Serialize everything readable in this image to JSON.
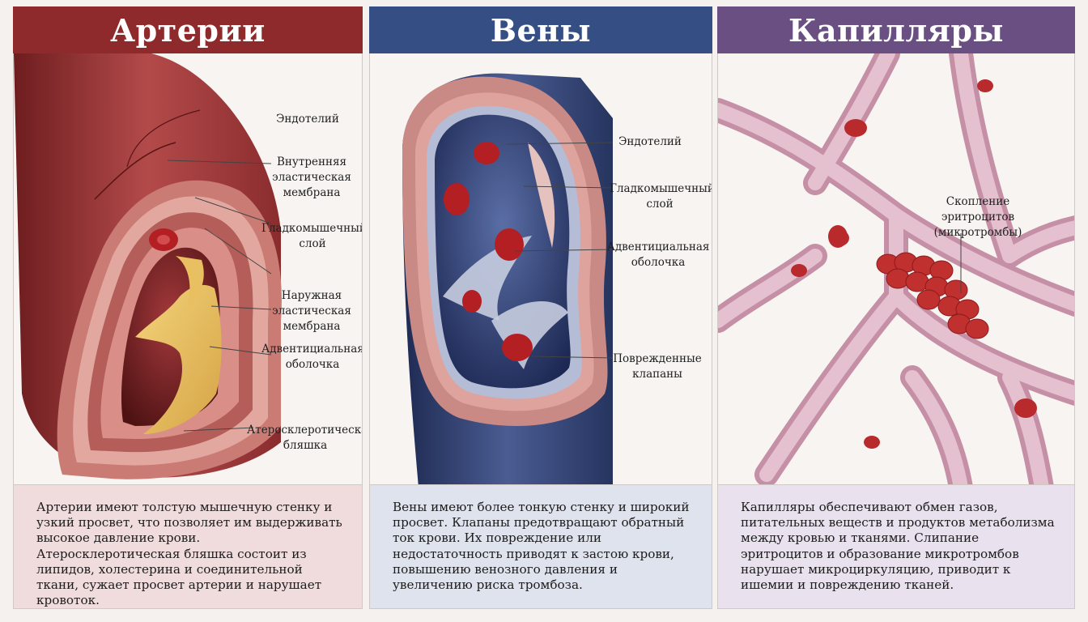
{
  "arteries": {
    "title": "Артерии",
    "labels": {
      "endothelium": "Эндотелий",
      "inner_elastic": "Внутренняя эластическая мембрана",
      "smooth_muscle": "Гладкомышечный слой",
      "outer_elastic": "Наружная эластическая мембрана",
      "adventitia": "Адвентициальная оболочка",
      "plaque": "Атеросклеротическая бляшка"
    },
    "description": "Артерии имеют толстую мышечную стенку и узкий просвет, что позволяет им выдерживать высокое давление крови. Атеросклеротическая бляшка состоит из липидов, холестерина и соединительной ткани, сужает просвет артерии и нарушает кровоток."
  },
  "veins": {
    "title": "Вены",
    "labels": {
      "endothelium": "Эндотелий",
      "smooth_muscle": "Гладкомышечный слой",
      "adventitia": "Адвентициальная оболочка",
      "valves": "Поврежденные клапаны"
    },
    "description": "Вены имеют более тонкую стенку и широкий просвет. Клапаны предотвращают обратный ток крови. Их повреждение или недостаточность приводят к застою крови, повышению венозного давления и увеличению риска тромбоза."
  },
  "capillaries": {
    "title": "Капилляры",
    "labels": {
      "microthrombi": "Скопление эритроцитов (микротромбы)"
    },
    "description": "Капилляры обеспечивают обмен газов, питательных веществ и продуктов метаболизма между кровью и тканями. Слипание эритроцитов и образование микротромбов нарушает микроциркуляцию, приводит к ишемии и повреждению тканей."
  },
  "colors": {
    "artery_header": "#8e2a2b",
    "vein_header": "#354f85",
    "capillary_header": "#6a4f82"
  }
}
